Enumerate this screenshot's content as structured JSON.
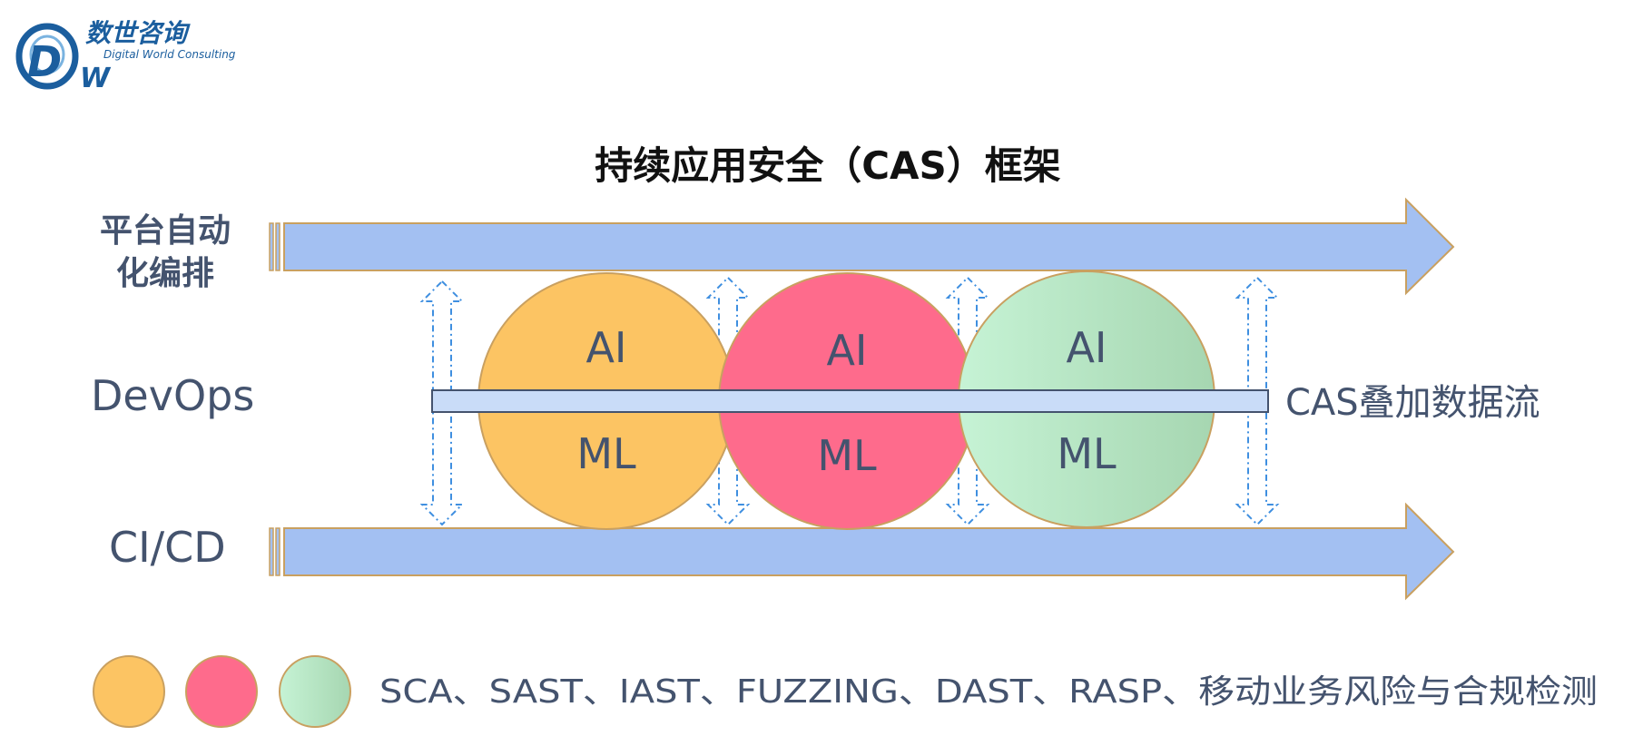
{
  "logo": {
    "cn_name": "数世咨询",
    "en_name": "Digital World Consulting",
    "monogram_d": "D",
    "monogram_w": "W"
  },
  "title": "持续应用安全（CAS）框架",
  "lanes": {
    "top_label_line1": "平台自动",
    "top_label_line2": "化编排",
    "middle_label": "DevOps",
    "bottom_label": "CI/CD",
    "overlay_label": "CAS叠加数据流"
  },
  "circles": [
    {
      "top": "AI",
      "bottom": "ML"
    },
    {
      "top": "AI",
      "bottom": "ML"
    },
    {
      "top": "AI",
      "bottom": "ML"
    }
  ],
  "legend": {
    "text": "SCA、SAST、IAST、FUZZING、DAST、RASP、移动业务风险与合规检测"
  },
  "colors": {
    "arrow_fill": "#a3c0f2",
    "arrow_stroke": "#c9a060",
    "circle_orange": "#fcc463",
    "circle_pink": "#fe6b8c",
    "circle_green_light": "#c3f1d2",
    "circle_green_dark": "#a9d9b4",
    "circle_stroke": "#c9a060",
    "overlay_bar": "#c9dcf8",
    "dash_arrow": "#3f8fe0",
    "text_dark": "#44536e",
    "logo_blue": "#1b5e9e"
  }
}
